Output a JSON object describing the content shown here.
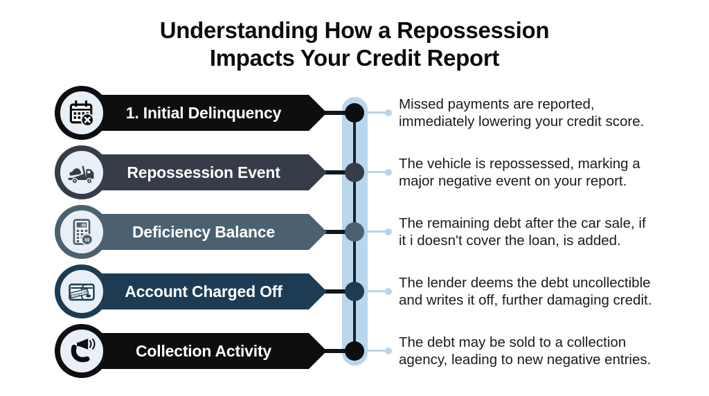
{
  "title": {
    "line1": "Understanding How a Repossession",
    "line2": "Impacts Your Credit Report"
  },
  "palette": {
    "background": "#ffffff",
    "title_color": "#0c0c0c",
    "description_color": "#1b1b1b",
    "banner_text_color": "#ffffff",
    "circle_fill": "#e9eff6"
  },
  "timeline": {
    "bar_color": "#b9d6ec",
    "spine_color": "#1a2230",
    "link_line_color": "#11161d",
    "connector_color": "#bcd4e8"
  },
  "steps": [
    {
      "label": "1. Initial Delinquency",
      "color": "#0e0e10",
      "icon": "calendar-missed-payment-icon",
      "description": [
        "Missed payments are reported,",
        "immediately lowering your credit score."
      ]
    },
    {
      "label": "Repossession Event",
      "color": "#363c48",
      "icon": "tow-truck-icon",
      "description": [
        "The vehicle is repossessed, marking a",
        "major negative event on your report."
      ]
    },
    {
      "label": "Deficiency Balance",
      "color": "#4c6170",
      "icon": "calculator-deficiency-icon",
      "icon_display_text": "-$$",
      "icon_coin_text": "$$",
      "description": [
        "The remaining debt after the car sale, if",
        "it i doesn't cover the loan, is added."
      ]
    },
    {
      "label": "Account Charged Off",
      "color": "#1d3c54",
      "icon": "broken-credit-card-icon",
      "icon_stamp_text": "Charged Off",
      "description": [
        "The lender deems the debt uncollectible",
        "and writes it off, further damaging credit."
      ]
    },
    {
      "label": "Collection Activity",
      "color": "#0e0e10",
      "icon": "phone-megaphone-icon",
      "description": [
        "The debt may be sold to a collection",
        "agency, leading to new negative entries."
      ]
    }
  ]
}
